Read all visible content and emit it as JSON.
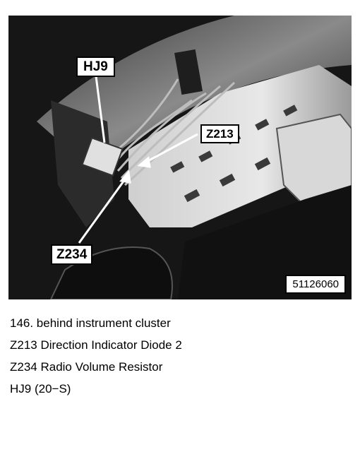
{
  "figure": {
    "callouts": {
      "hj9": "HJ9",
      "z213": "Z213",
      "z234": "Z234"
    },
    "reference_number": "51126060"
  },
  "caption": {
    "lines": [
      "146. behind instrument cluster",
      "Z213 Direction Indicator Diode 2",
      "Z234 Radio Volume Resistor",
      "HJ9 (20−S)"
    ]
  }
}
